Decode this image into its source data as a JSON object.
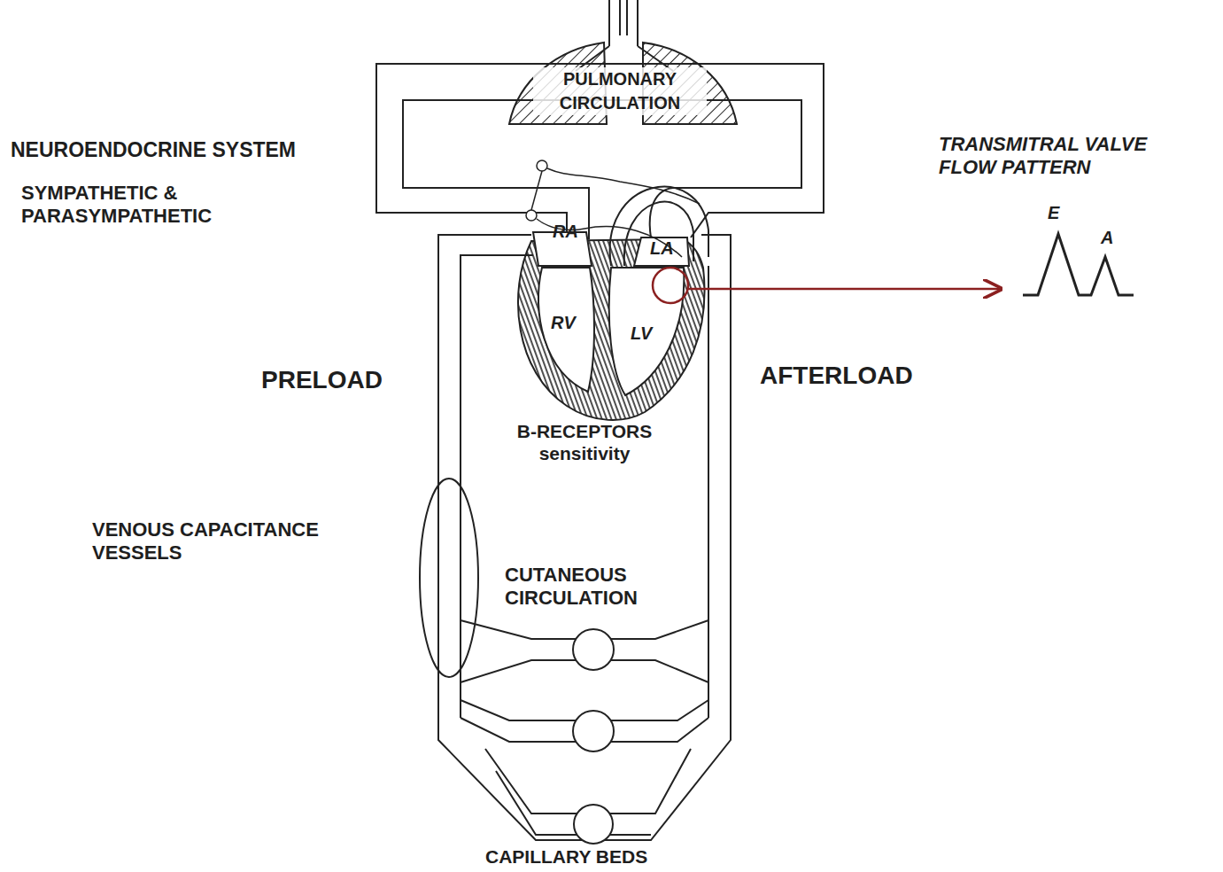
{
  "diagram": {
    "nodes": [
      {
        "text": [
          "PULMONARY CIRCULATION"
        ]
      }
    ],
    "labels": [
      "NEUROENDOCRINE SYSTEM",
      "SYMPATHETIC & PARASYMPATHETIC",
      "RA",
      "LA",
      "RV",
      "LV",
      "TRANSMITRAL VALVE FLOW PATTERN",
      "E",
      "A",
      "PRELOAD",
      "AFTERLOAD",
      "B-RECEPTORS sensitivity",
      "VENOUS CAPACITANCE VESSELS",
      "CUTANEOUS CIRCULATION",
      "CAPILLARY BEDS"
    ]
  }
}
